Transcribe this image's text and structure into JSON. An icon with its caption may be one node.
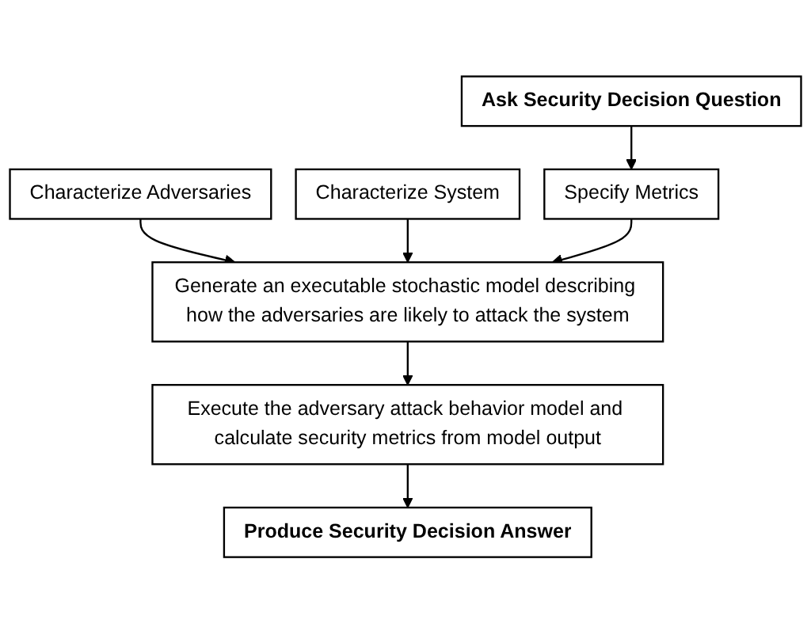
{
  "diagram": {
    "nodes": [
      {
        "text": [
          "Ask Security Decision Question"
        ]
      },
      {
        "text": [
          "Characterize Adversaries"
        ]
      },
      {
        "text": [
          "Characterize System"
        ]
      },
      {
        "text": [
          "Specify Metrics"
        ]
      },
      {
        "text": [
          "Generate an executable stochastic model describing how the adversaries are likely to attack the system"
        ]
      },
      {
        "text": [
          "Execute the adversary attack behavior model and calculate security metrics from model output"
        ]
      },
      {
        "text": [
          "Produce Security Decision Answer"
        ]
      }
    ],
    "edges": [
      {
        "from": 0,
        "to": 3,
        "arrow": "to"
      },
      {
        "from": 1,
        "to": 4,
        "arrow": "to"
      },
      {
        "from": 2,
        "to": 4,
        "arrow": "to"
      },
      {
        "from": 3,
        "to": 4,
        "arrow": "to"
      },
      {
        "from": 4,
        "to": 5,
        "arrow": "to"
      },
      {
        "from": 5,
        "to": 6,
        "arrow": "to"
      }
    ]
  }
}
